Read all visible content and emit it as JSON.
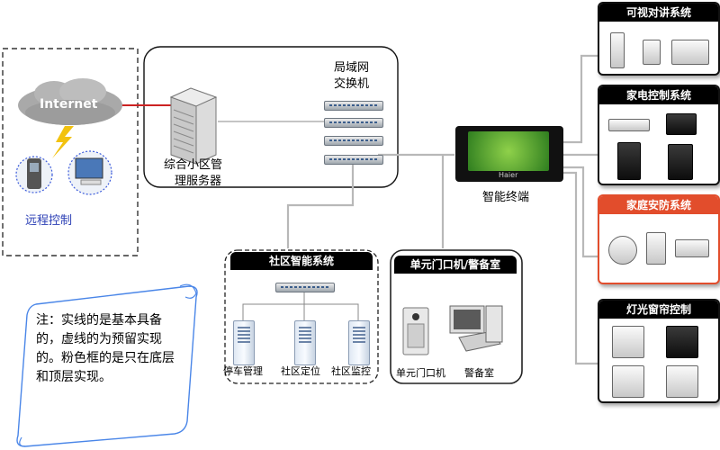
{
  "remote": {
    "internet_label": "Internet",
    "label": "远程控制"
  },
  "server_area": {
    "switch_label_line1": "局域网",
    "switch_label_line2": "交换机",
    "server_label_line1": "综合小区管",
    "server_label_line2": "理服务器"
  },
  "terminal": {
    "brand": "Haier",
    "label": "智能终端"
  },
  "community": {
    "title": "社区智能系统",
    "items": [
      {
        "label": "停车管理"
      },
      {
        "label": "社区定位"
      },
      {
        "label": "社区监控"
      }
    ]
  },
  "unit_door": {
    "title": "单元门口机/警备室",
    "items": [
      {
        "label": "单元门口机"
      },
      {
        "label": "警备室"
      }
    ]
  },
  "systems": {
    "video_intercom": {
      "title": "可视对讲系统"
    },
    "appliance_control": {
      "title": "家电控制系统"
    },
    "home_security": {
      "title": "家庭安防系统"
    },
    "lighting_curtain": {
      "title": "灯光窗帘控制"
    }
  },
  "note": {
    "text": "注：实线的是基本具备的，虚线的为预留实现的。粉色框的是只在底层和顶层实现。"
  },
  "colors": {
    "internet_link": "#cc2222",
    "connector_gray": "#b8b8b8",
    "pink_frame": "#e24d2c",
    "note_border": "#4a86e8"
  }
}
